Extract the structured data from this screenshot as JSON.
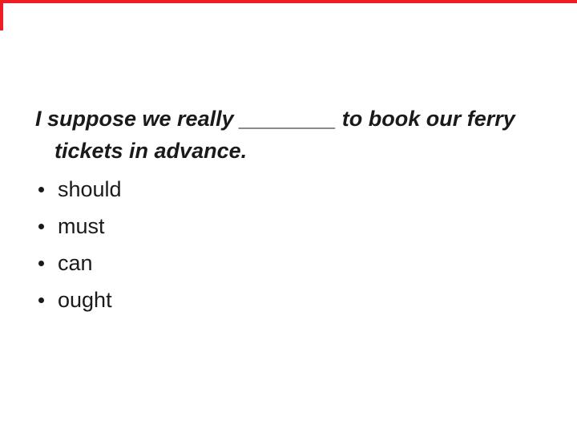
{
  "slide": {
    "background_color": "#ffffff",
    "accent_red": "#ee1c25",
    "text_color": "#1a1a1a",
    "question": {
      "line1": "I suppose we really ________ to book our ferry",
      "line2": "tickets in advance."
    },
    "options": [
      {
        "label": "should"
      },
      {
        "label": "must"
      },
      {
        "label": "can"
      },
      {
        "label": "ought"
      }
    ],
    "bullet_icon": "bullet-dot"
  }
}
